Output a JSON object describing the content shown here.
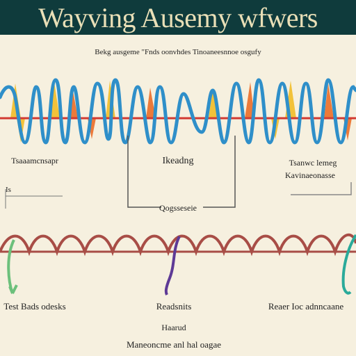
{
  "title": "Wayving Ausemy wfwers",
  "subtitle": "Bekg ausgeme \"Fnds oonvhdes  Tinoaneesnnoe osgufy",
  "labels": {
    "left_upper": "Tsaaamcnsapr",
    "center_box": "Ikeadng",
    "right_upper_1": "Tsanwc lemeg",
    "right_upper_2": "Kavinaeonasse",
    "center_bottom_box": "Qogsseseie",
    "left_small": "Is",
    "left_lower": "Test Bads odesks",
    "center_lower": "Readsnits",
    "right_lower": "Reaer Ioc adnncaane",
    "bottom_small": "Haarud",
    "bottom_caption": "Maneoncme anl hal oagae"
  },
  "colors": {
    "title_bg": "#0f3b3c",
    "title_text": "#e9dfb7",
    "background": "#f6f0df",
    "wave_blue": "#2f8fc9",
    "wave_fill_yellow": "#f2c23a",
    "wave_fill_orange": "#ec7a3a",
    "axis_red": "#d23a32",
    "bottom_wave": "#a84d46",
    "accent_green": "#6cc07b",
    "accent_purple": "#5e3a96",
    "accent_teal": "#2aaa9a"
  }
}
